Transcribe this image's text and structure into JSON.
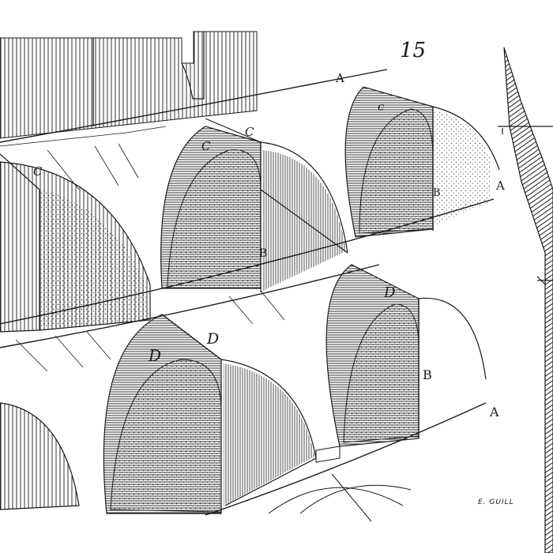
{
  "figure": {
    "number": "15",
    "signature": "E. GUILL",
    "ink": "#1a1a1a",
    "paper": "#ffffff"
  },
  "labels": {
    "a_top": "A",
    "a_mid": "A",
    "a_bottom": "A",
    "b_upper_left": "B",
    "b_upper_right": "B",
    "b_lower": "B",
    "c_far_left": "C",
    "c_left": "C",
    "c_mid": "C",
    "c_right": "c",
    "d_left": "D",
    "d_mid": "D",
    "d_right": "D"
  }
}
